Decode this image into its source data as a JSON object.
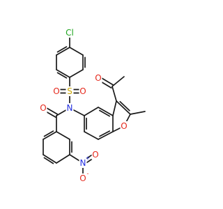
{
  "colors": {
    "bond": "#1a1a1a",
    "C": "#1a1a1a",
    "O": "#e5281c",
    "N": "#2430e0",
    "S": "#c9a500",
    "Cl": "#1fa51f"
  },
  "atoms": [
    {
      "id": "cl",
      "element": "Cl",
      "text": "Cl"
    },
    {
      "id": "s1",
      "element": "S",
      "text": "S"
    },
    {
      "id": "os1",
      "element": "O",
      "text": "O"
    },
    {
      "id": "os2",
      "element": "O",
      "text": "O"
    },
    {
      "id": "n1",
      "element": "N",
      "text": "N"
    },
    {
      "id": "oc",
      "element": "O",
      "text": "O"
    },
    {
      "id": "oac",
      "element": "O",
      "text": "O"
    },
    {
      "id": "of",
      "element": "O",
      "text": "O"
    },
    {
      "id": "nn",
      "element": "N",
      "text": "N",
      "charge": "+"
    },
    {
      "id": "on1",
      "element": "O",
      "text": "O",
      "charge": "-"
    },
    {
      "id": "on2",
      "element": "O",
      "text": "O"
    }
  ]
}
